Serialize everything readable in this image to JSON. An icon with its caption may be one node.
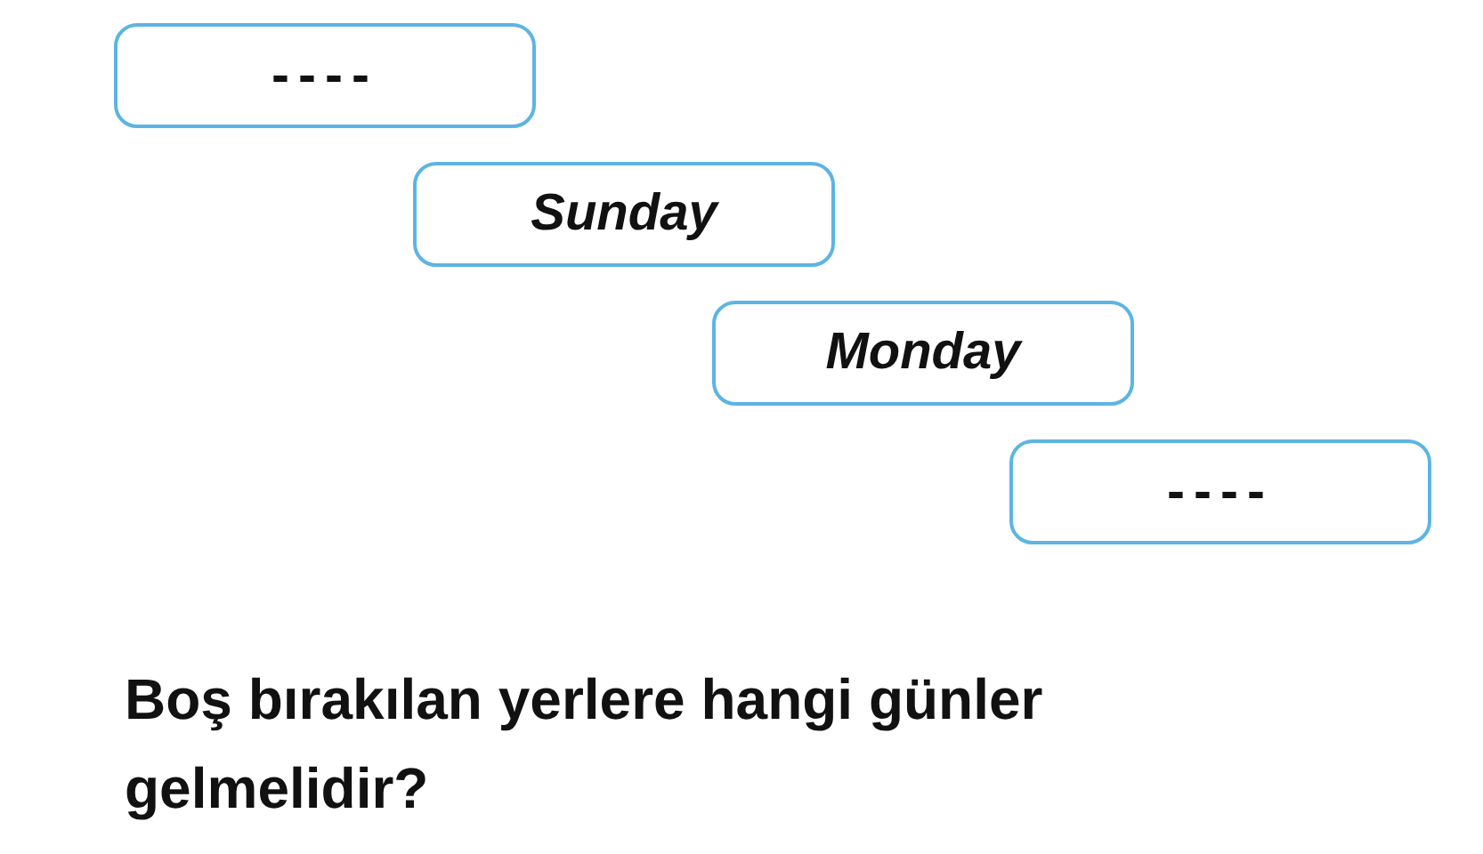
{
  "diagram": {
    "caption": "Boş bırakılan yerlere hangi günler gelmelidir?",
    "nodes": [
      {
        "text": [
          "----"
        ]
      },
      {
        "text": [
          "Sunday"
        ]
      },
      {
        "text": [
          "Monday"
        ]
      },
      {
        "text": [
          "----"
        ]
      }
    ],
    "edges": []
  }
}
